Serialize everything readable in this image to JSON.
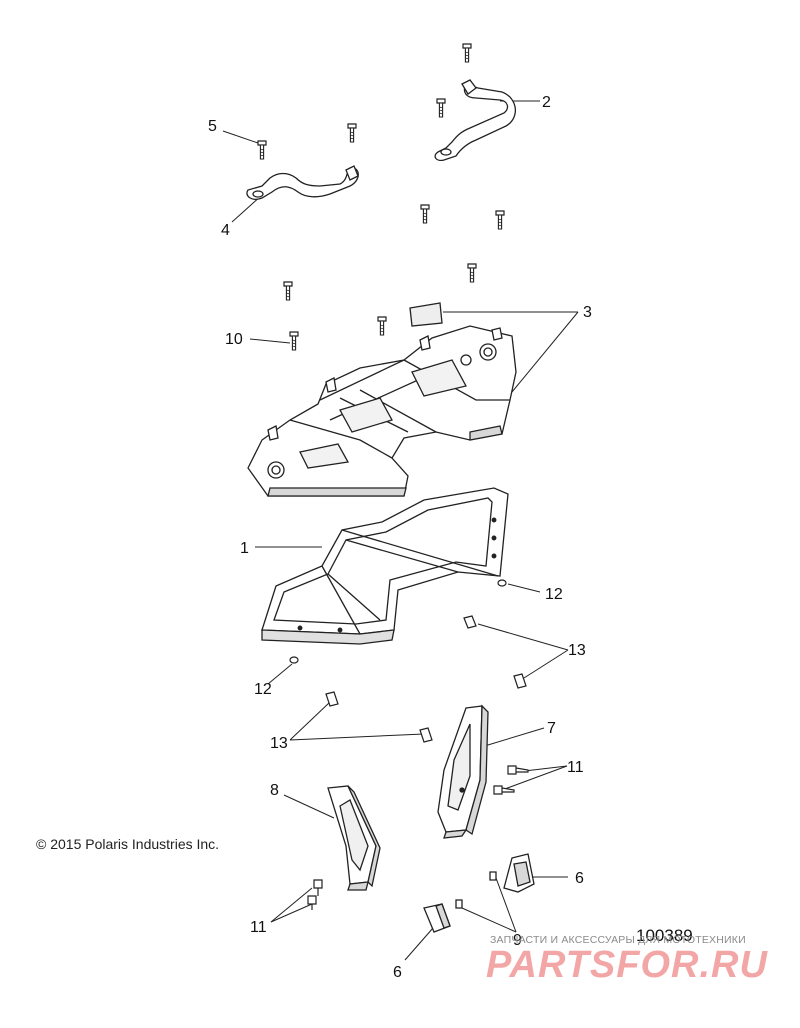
{
  "callouts": {
    "c1": "1",
    "c2": "2",
    "c3": "3",
    "c4": "4",
    "c5": "5",
    "c6a": "6",
    "c6b": "6",
    "c7": "7",
    "c8": "8",
    "c9": "9",
    "c10": "10",
    "c11a": "11",
    "c11b": "11",
    "c12a": "12",
    "c12b": "12",
    "c13a": "13",
    "c13b": "13"
  },
  "copyright": "© 2015 Polaris Industries Inc.",
  "drawing_number": "100389",
  "watermark": {
    "line": "ЗАПЧАСТИ И АКСЕССУАРЫ ДЛЯ МОТОТЕХНИКИ",
    "logo": "PARTSFOR.RU"
  },
  "colors": {
    "line": "#222222",
    "fill": "#ffffff",
    "shade": "#d8d8d8",
    "watermark": "#f3a6a6"
  }
}
